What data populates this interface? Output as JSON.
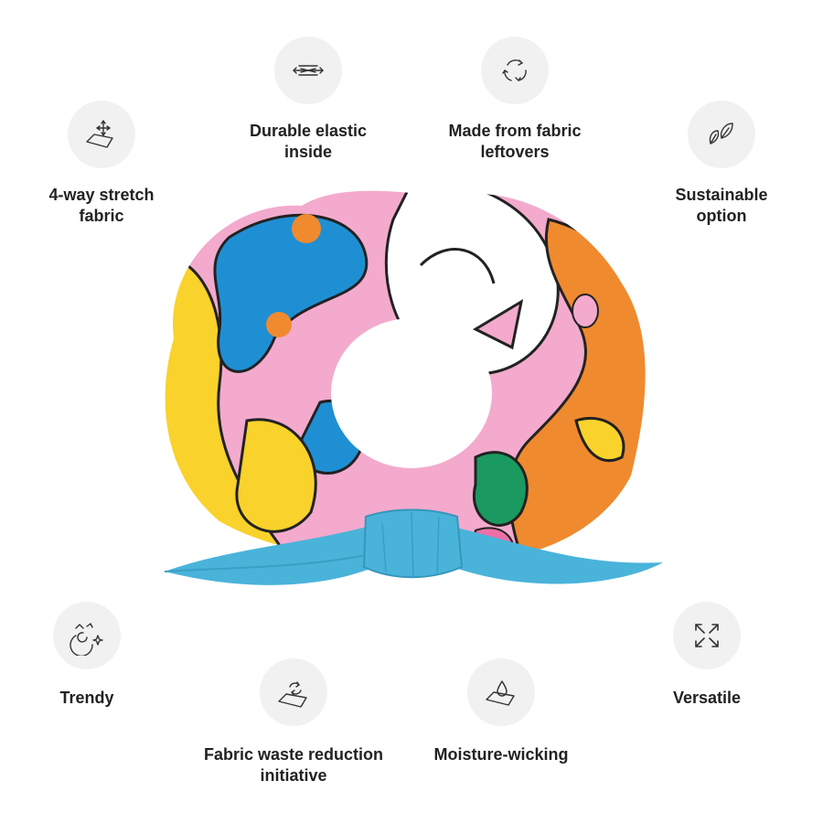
{
  "features": [
    {
      "id": "stretch",
      "icon": "four-way-stretch-icon",
      "lines": [
        "4-way stretch",
        "fabric"
      ]
    },
    {
      "id": "elastic",
      "icon": "durable-elastic-icon",
      "lines": [
        "Durable elastic",
        "inside"
      ]
    },
    {
      "id": "leftovers",
      "icon": "recycle-arrows-icon",
      "lines": [
        "Made from fabric",
        "leftovers"
      ]
    },
    {
      "id": "sustainable",
      "icon": "leaves-icon",
      "lines": [
        "Sustainable",
        "option"
      ]
    },
    {
      "id": "trendy",
      "icon": "trendy-sparkle-icon",
      "lines": [
        "Trendy"
      ]
    },
    {
      "id": "waste",
      "icon": "fabric-recycle-icon",
      "lines": [
        "Fabric waste reduction",
        "initiative"
      ]
    },
    {
      "id": "moisture",
      "icon": "water-drop-icon",
      "lines": [
        "Moisture-wicking"
      ]
    },
    {
      "id": "versatile",
      "icon": "expand-arrows-icon",
      "lines": [
        "Versatile"
      ]
    }
  ],
  "colors": {
    "icon_bg": "#f1f1f1",
    "text": "#222222",
    "bow_blue": "#4ab3da",
    "orange": "#f08a2e",
    "yellow": "#f9d22c",
    "pink": "#f3aacd",
    "blue": "#1f8fd4",
    "green": "#1a9a60"
  }
}
